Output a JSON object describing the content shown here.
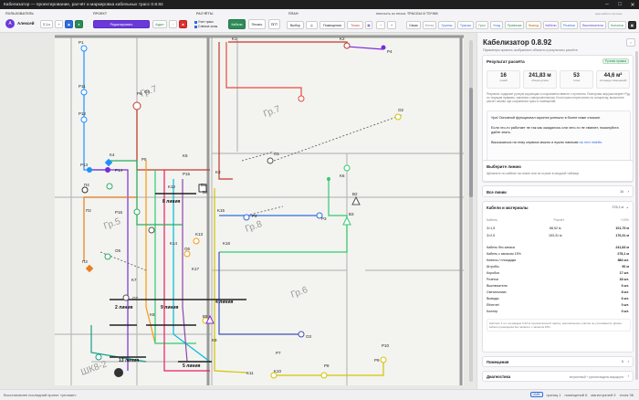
{
  "window": {
    "title": "Кабелизатор — проектирование, расчёт и маркировка кабельных трасс 0.8.92"
  },
  "user": {
    "group_label": "ПОЛЬЗОВАТЕЛЬ",
    "name": "Алексей",
    "badge": "2.1.x",
    "avatar_letter": "А"
  },
  "project": {
    "group_label": "ПРОЕКТ",
    "edit_label": "Редактировать",
    "audit_label": "Аудит"
  },
  "calc": {
    "group_label": "РАСЧЁТЫ",
    "opt1": "Учет трасс",
    "opt2": "Слепые зоны",
    "btn_cable": "Кабели",
    "btn_print": "Печать",
    "btn_ppt": "ППТ"
  },
  "plan": {
    "group_label": "ПЛАН",
    "btn_select": "Выбор",
    "btn_rooms": "Помещения",
    "btn_draw": "Точки",
    "btn_add": "Аварии"
  },
  "view": {
    "group_label": "ПОКАЗАТЬ НА ПЛАНЕ"
  },
  "routes": {
    "group_label": "ТРАССЫ И ТОЧКИ",
    "items": [
      "Связь",
      "Ветви",
      "Группы",
      "Трассы",
      "Гроз",
      "Уход",
      "Привязка",
      "Вывод",
      "Кабели",
      "Розетки",
      "Выключатели",
      "Колонки"
    ]
  },
  "top_right": {
    "label": "ещё найти в системе"
  },
  "plan_labels": {
    "points": [
      "P1",
      "P2",
      "P3",
      "P4",
      "P5",
      "P6",
      "P7",
      "P8",
      "P9",
      "P10",
      "P11",
      "P12",
      "P13",
      "P14",
      "P15",
      "P16",
      "П2",
      "П3",
      "П4",
      "O1",
      "O2",
      "O3",
      "O4",
      "O5",
      "O6",
      "O7",
      "B1",
      "B2",
      "B3",
      "B4",
      "B5",
      "K1",
      "K2",
      "K3",
      "K4",
      "K5",
      "K6",
      "K7",
      "K8",
      "K9",
      "K10",
      "K11",
      "K12",
      "K13",
      "K14",
      "K15",
      "K16",
      "K17"
    ],
    "lines": [
      "8 линия",
      "2 линия",
      "9 линия",
      "4 линия",
      "13 линия",
      "5 линия"
    ],
    "rooms": [
      "Гр.7",
      "Гр.7",
      "Гр.5",
      "Гр.8",
      "Гр.6",
      "ШК8-2"
    ]
  },
  "panel": {
    "title": "Кабелизатор 0.8.92",
    "subtitle": "Параметры проекта, выбранного объекта и результаты расчёта",
    "result": {
      "title": "Результат расчёта",
      "badge": "Ручная правка",
      "stats": [
        {
          "value": "16",
          "label": "линий"
        },
        {
          "value": "241,83 м",
          "label": "общая длина"
        },
        {
          "value": "53",
          "label": "точек"
        },
        {
          "value": "44,6 м²",
          "label": "площадь помещений"
        }
      ],
      "note": "Результат содержит ручную коррекцию и сохраняется вместе с проектом. Повторная загрузка вернёт Руд по текущим правкам; значения с минусом/плюсом. Если нужно пересчитать по алгоритму, выполните расчёт заново при сохранении трасс и помещений.",
      "msg1": "Ура! Основной функционал скрипта успешно в более ниже отказан.",
      "msg2": "Если что-то работает не так как ожидалось или чего-то не хватает, пожалуйста дайте знать.",
      "msg3a": "Высказаться на тему сервиса можно и нужно написав",
      "msg3b": "на этот емейл."
    },
    "selected": {
      "title": "Выберите линию",
      "hint": "Щёлкните по кабелю на плане или по строке в сводной таблице."
    },
    "all_lines": {
      "label": "Все линии",
      "count": "16"
    },
    "materials": {
      "title": "Кабели и материалы",
      "summary": "278,1 м",
      "headers": [
        "Кабель",
        "Расчёт",
        "+15%"
      ],
      "rows": [
        {
          "name": "3×1,5",
          "calc": "88,52 м",
          "plus": "101,79 м"
        },
        {
          "name": "3×2,5",
          "calc": "153,31 м",
          "plus": "176,31 м"
        }
      ],
      "totals": [
        {
          "k": "Кабель без запаса",
          "v": "241,83 м"
        },
        {
          "k": "Кабель с запасом 15%",
          "v": "278,1 м"
        },
        {
          "k": "Клипсы / площадки",
          "v": "884 шт."
        },
        {
          "k": "Штробы",
          "v": "90 м"
        },
        {
          "k": "Коробки",
          "v": "17 шт."
        },
        {
          "k": "Розетки",
          "v": "18 шт."
        },
        {
          "k": "Выключатели",
          "v": "6 шт."
        },
        {
          "k": "Светильники",
          "v": "8 шт."
        },
        {
          "k": "Выводы",
          "v": "6 шт."
        },
        {
          "k": "Ethernet",
          "v": "0 шт."
        },
        {
          "k": "Коллер",
          "v": "0 шт."
        }
      ],
      "footnote": "Критики: 1 шт. на каждые 0,33 м горизонтальной трассы; вертикальные участки не учитываются. Длина кабеля проводника без запаса и с запасом 15%."
    },
    "rooms": {
      "label": "Помещения",
      "count": "6"
    },
    "diagnostics": {
      "label": "Диагностика",
      "value": "встроенный + ручная модель маршрута"
    }
  },
  "status": {
    "left": "Восстановлен последний проект «уплаан».",
    "badge": "UMB",
    "items": [
      "границ 1",
      "помещений 6",
      "магистралей 9",
      "точек 36"
    ]
  }
}
